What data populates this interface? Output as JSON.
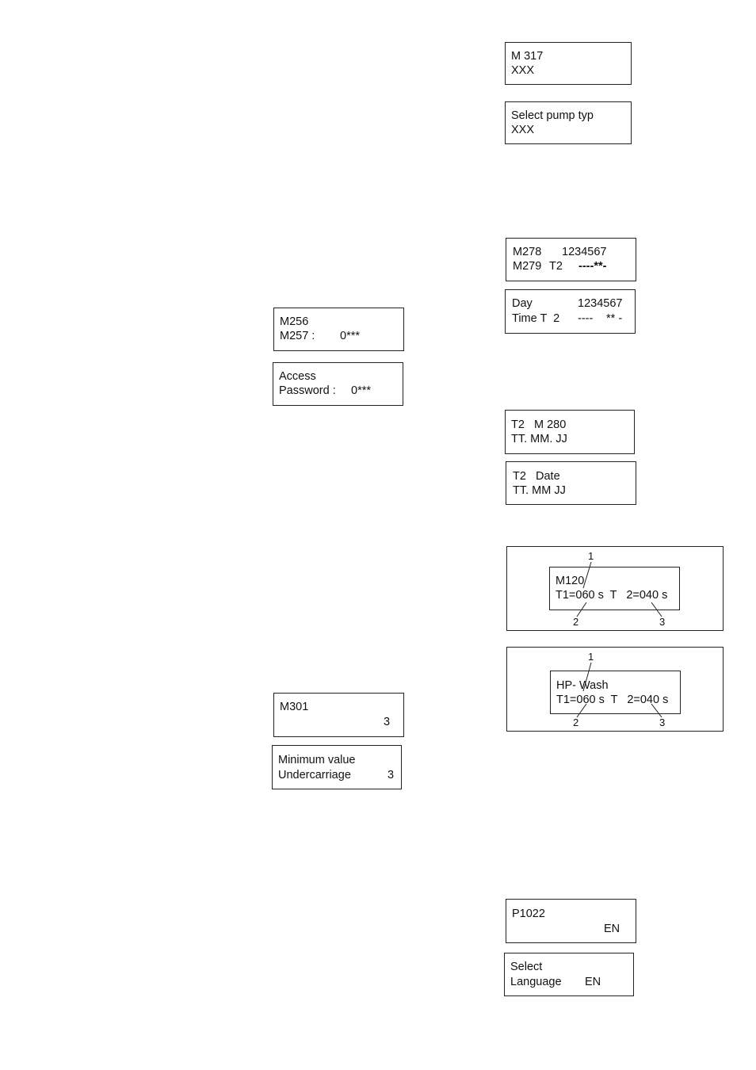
{
  "displays": {
    "m317": {
      "line1": "M 317",
      "line2": "XXX"
    },
    "select_pump": {
      "line1": "Select pump typ",
      "line2": "XXX"
    },
    "m278": {
      "code_a": "M278",
      "days_a": "1234567",
      "code_b": "M279",
      "t2_b": "T2",
      "pattern_b": "----**-"
    },
    "day_time": {
      "label_a": "Day",
      "days_a": "1234567",
      "label_b": "Time T  2",
      "dash_b": "----",
      "star_b": "** -"
    },
    "m256": {
      "line1": "M256",
      "label2": "M257 :",
      "value2": "0***"
    },
    "access": {
      "line1": "Access",
      "label2": "Password :",
      "value2": "0***"
    },
    "t2_m280": {
      "line1": "T2   M 280",
      "line2": "TT. MM. JJ"
    },
    "t2_date": {
      "line1": "T2   Date",
      "line2": "TT. MM JJ"
    },
    "m120": {
      "line1": "M120",
      "line2": "T1=060 s  T   2=040 s"
    },
    "hp_wash": {
      "line1": "HP- Wash",
      "line2": "T1=060 s  T   2=040 s"
    },
    "m301": {
      "line1": "M301",
      "value": "3"
    },
    "min_value": {
      "line1": "Minimum value",
      "label2": "Undercarriage",
      "value2": "3"
    },
    "p1022": {
      "line1": "P1022",
      "value": "EN"
    },
    "select_lang": {
      "line1": "Select",
      "label2": "Language",
      "value2": "EN"
    }
  },
  "callouts": {
    "one": "1",
    "two": "2",
    "three": "3"
  }
}
